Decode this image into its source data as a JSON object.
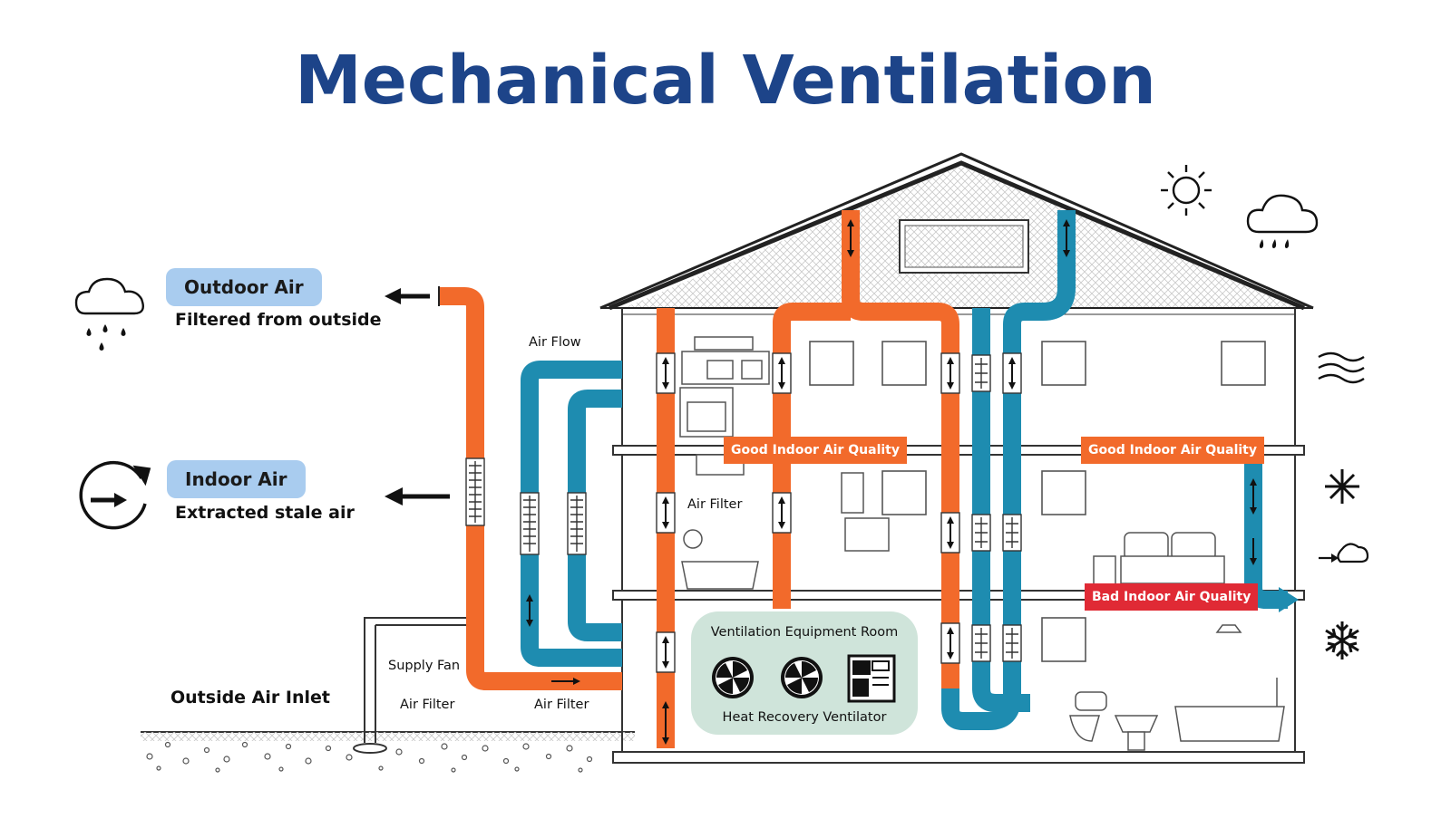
{
  "title": "Mechanical Ventilation",
  "legend": {
    "outdoor": {
      "label": "Outdoor Air",
      "description": "Filtered from outside",
      "icon": "rain-cloud-icon"
    },
    "indoor": {
      "label": "Indoor Air",
      "description": "Extracted stale air",
      "icon": "circular-arrow-icon"
    }
  },
  "labels": {
    "air_flow": "Air Flow",
    "air_filter_room": "Air Filter",
    "supply_fan": "Supply Fan",
    "air_filter_left": "Air Filter",
    "air_filter_right": "Air Filter",
    "outside_air_inlet": "Outside Air Inlet"
  },
  "quality_tags": {
    "good_1": "Good Indoor Air Quality",
    "good_2": "Good Indoor Air Quality",
    "bad_1": "Bad Indoor Air Quality"
  },
  "equipment_room": {
    "title": "Ventilation Equipment Room",
    "subtitle": "Heat Recovery Ventilator"
  },
  "weather_icons": [
    "sun-icon",
    "rain-cloud-icon",
    "wind-icon",
    "sparkle-icon",
    "wind-cloud-icon",
    "snowflake-icon"
  ],
  "colors": {
    "title": "#1d4489",
    "supply_duct": "#f26a2b",
    "exhaust_duct": "#1e8cb0",
    "pill": "#a9ccef",
    "good_tag": "#f26a2b",
    "bad_tag": "#e02a35",
    "equipment_room": "#cfe4da"
  }
}
